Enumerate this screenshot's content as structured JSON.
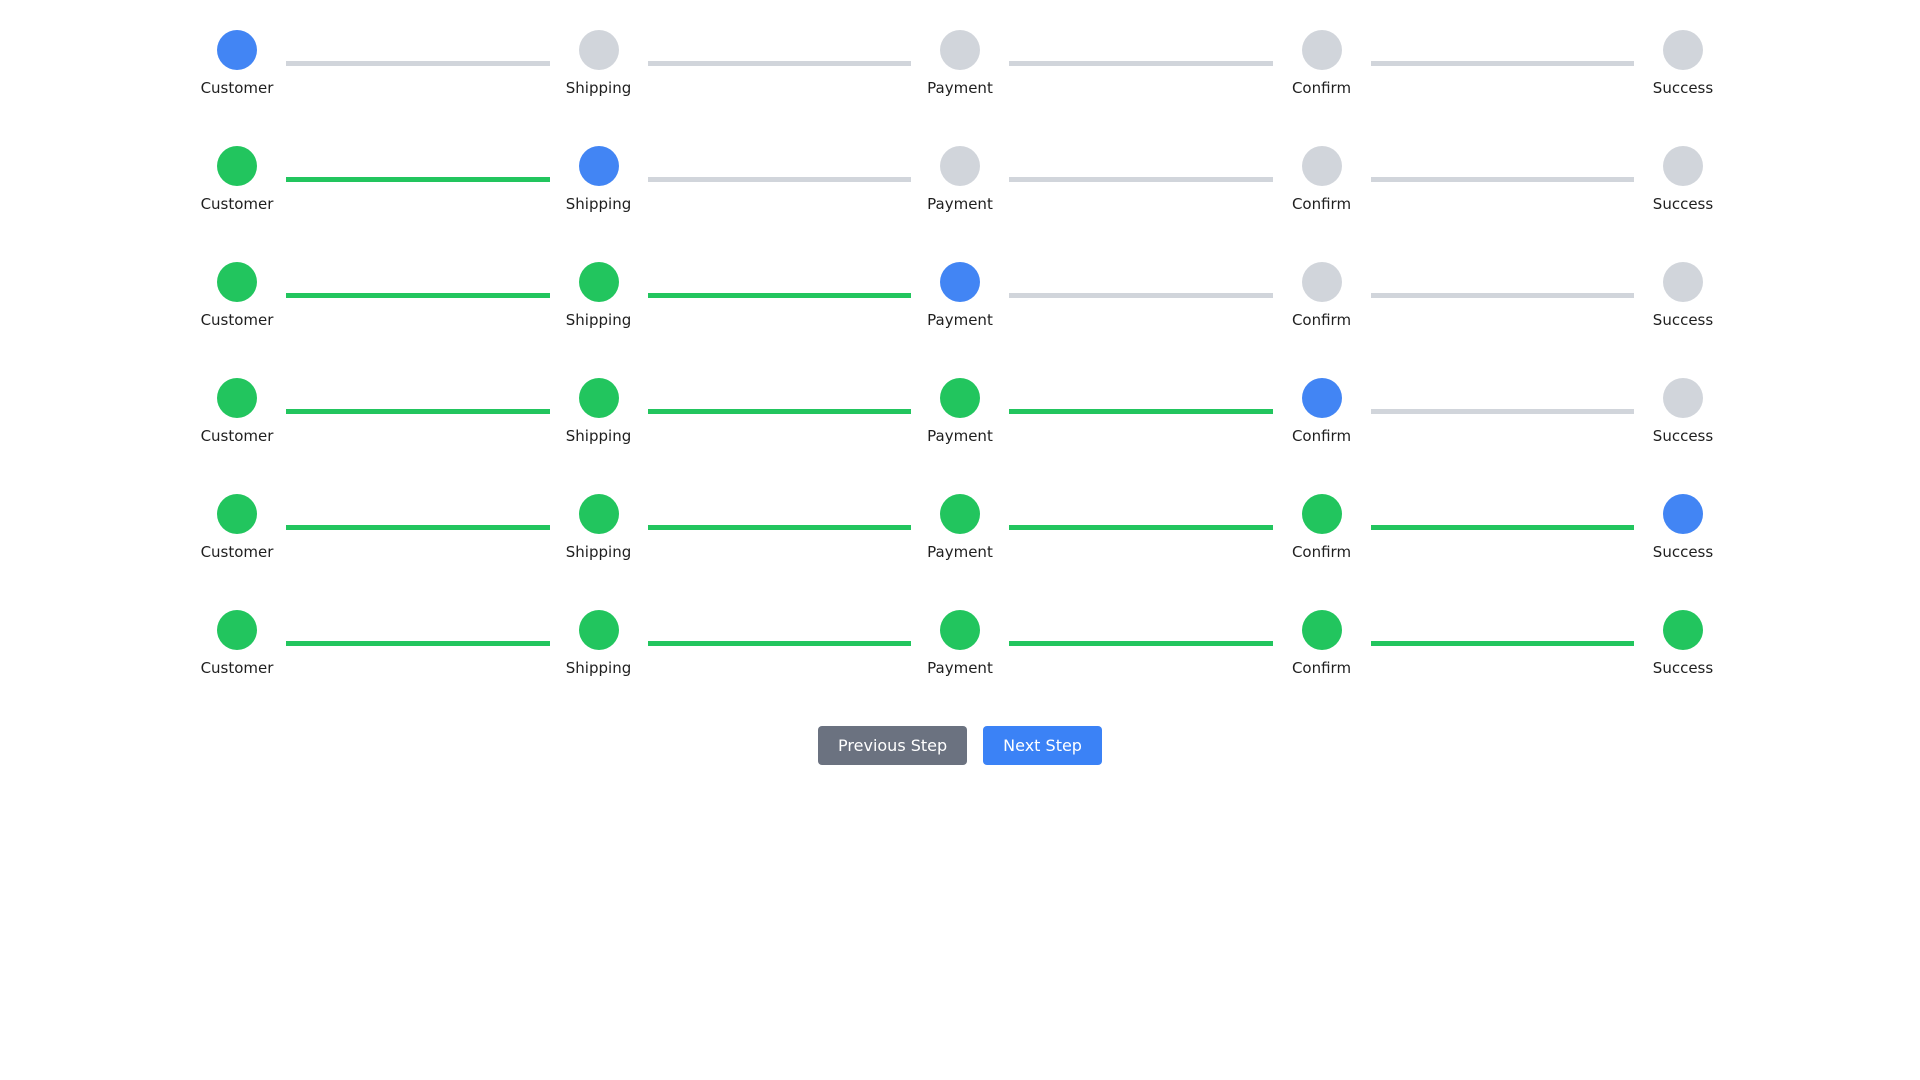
{
  "page": {
    "background": "#ffffff"
  },
  "colors": {
    "active": "#4285f4",
    "complete": "#22c55e",
    "upcoming": "#d1d5db",
    "connector_complete": "#22c55e",
    "connector_upcoming": "#d1d5db",
    "label": "#1f1f1f",
    "btn_prev_bg": "#6b7280",
    "btn_next_bg": "#3b82f6",
    "btn_text": "#ffffff"
  },
  "steps": [
    "Customer",
    "Shipping",
    "Payment",
    "Confirm",
    "Success"
  ],
  "rows": [
    {
      "states": [
        "active",
        "upcoming",
        "upcoming",
        "upcoming",
        "upcoming"
      ]
    },
    {
      "states": [
        "complete",
        "active",
        "upcoming",
        "upcoming",
        "upcoming"
      ]
    },
    {
      "states": [
        "complete",
        "complete",
        "active",
        "upcoming",
        "upcoming"
      ]
    },
    {
      "states": [
        "complete",
        "complete",
        "complete",
        "active",
        "upcoming"
      ]
    },
    {
      "states": [
        "complete",
        "complete",
        "complete",
        "complete",
        "active"
      ]
    },
    {
      "states": [
        "complete",
        "complete",
        "complete",
        "complete",
        "complete"
      ]
    }
  ],
  "controls": {
    "previous_label": "Previous Step",
    "next_label": "Next Step"
  }
}
